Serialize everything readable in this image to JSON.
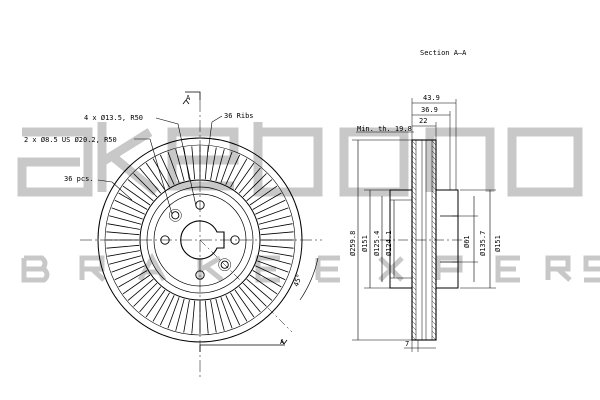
{
  "section_title": "Section A–A",
  "section_mark_top": "A",
  "section_mark_bottom": "A",
  "front": {
    "bolt_holes": "4 x Ø13.5, R50",
    "pilot_holes": "2 x Ø8.5 US Ø20.2, R50",
    "ribs": "36 Ribs",
    "pcs": "36 pcs.",
    "angle": "45°"
  },
  "side": {
    "top_dims": [
      "43.9",
      "36.9",
      "22"
    ],
    "min_thickness": "Min. th. 19.8",
    "vertical_dims": [
      "Ø259.8",
      "Ø151",
      "Ø125.4",
      "Ø124.1"
    ],
    "right_dims": [
      "Ø61",
      "Ø135.7",
      "Ø151"
    ],
    "bottom_dim": "7"
  },
  "watermark": {
    "logo": "akebono",
    "tagline": "BRAKE EXPERTS"
  },
  "colors": {
    "line": "#000000",
    "watermark": "#c8c8c8"
  }
}
